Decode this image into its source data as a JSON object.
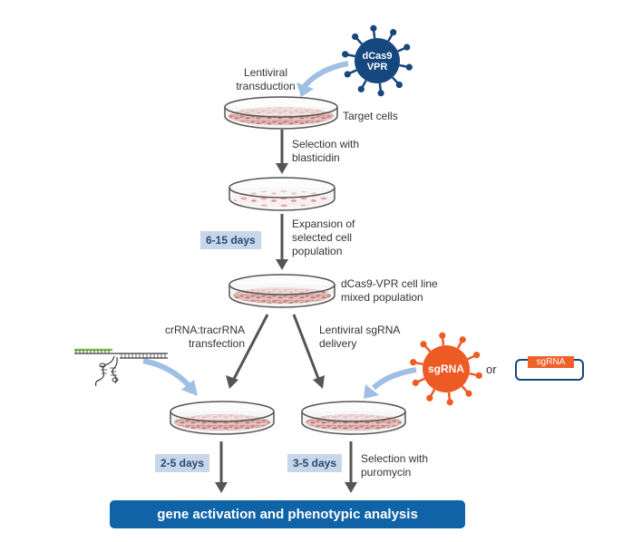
{
  "steps": {
    "lentiviral_transduction": "Lentiviral\ntransduction",
    "target_cells": "Target cells",
    "selection_blasticidin": "Selection with\nblasticidin",
    "expansion": "Expansion of\nselected cell\npopulation",
    "cell_line": "dCas9-VPR cell line\nmixed population",
    "crrna_transfection": "crRNA:tracrRNA\ntransfection",
    "lentiviral_sgrna": "Lentiviral sgRNA\ndelivery",
    "selection_puromycin": "Selection with\npuromycin",
    "or": "or"
  },
  "durations": {
    "expansion_days": "6-15 days",
    "transfection_days": "2-5 days",
    "puromycin_days": "3-5 days"
  },
  "virus_top": {
    "line1": "dCas9",
    "line2": "VPR",
    "color": "#17477f"
  },
  "virus_sgrna": {
    "label": "sgRNA",
    "color": "#ee5a24"
  },
  "plasmid": {
    "label": "sgRNA",
    "color": "#ee6229"
  },
  "result": {
    "label": "gene activation and phenotypic analysis",
    "color": "#0f63a6"
  },
  "colors": {
    "arrow": "#555555",
    "delivery_arrow": "#9fbfe3",
    "cells": "#d9a09d",
    "dish_rim": "#555555"
  }
}
